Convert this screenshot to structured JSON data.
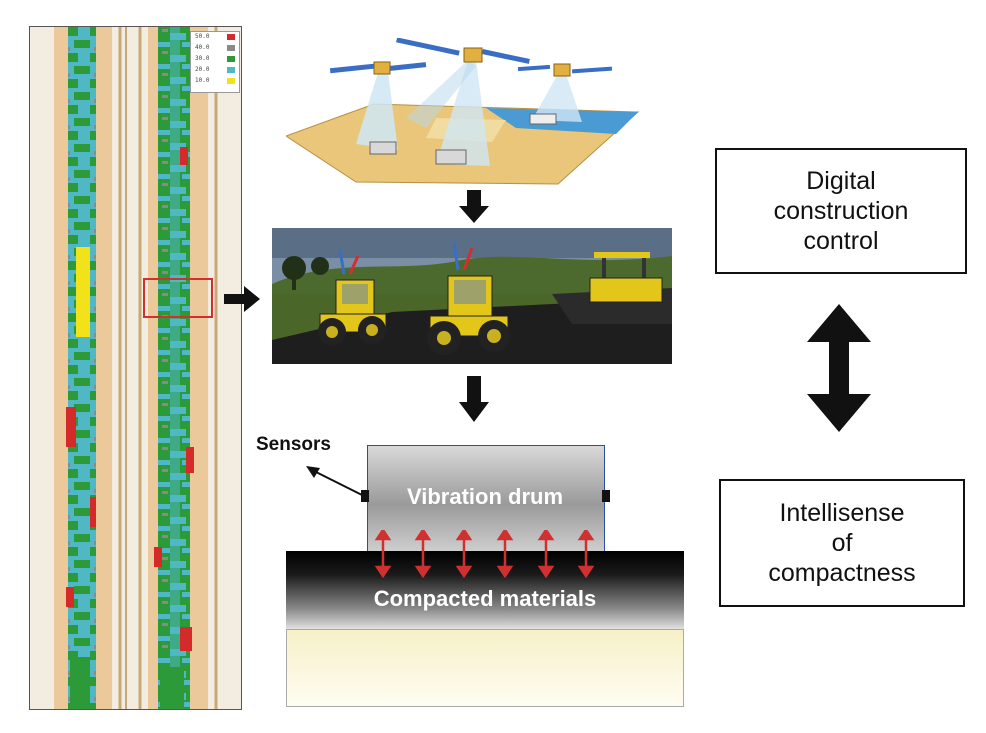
{
  "legend": {
    "items": [
      {
        "label": "50.0",
        "color": "#d42a2a"
      },
      {
        "label": "40.0",
        "color": "#8a8a8a"
      },
      {
        "label": "30.0",
        "color": "#2d9a3a"
      },
      {
        "label": "20.0",
        "color": "#4fb8c4"
      },
      {
        "label": "10.0",
        "color": "#f2e21a"
      }
    ]
  },
  "boxes": {
    "digital": [
      "Digital",
      "construction",
      "control"
    ],
    "intellisense": [
      "Intellisense",
      "of",
      "compactness"
    ]
  },
  "drum": {
    "sensors_label": "Sensors",
    "drum_label": "Vibration drum",
    "materials_label": "Compacted materials"
  },
  "icons": [
    "right-arrow-icon",
    "down-arrow-icon",
    "double-vertical-arrow-icon",
    "satellite-icon",
    "roller-icon"
  ],
  "colors": {
    "arrow": "#111111",
    "vibration_arrow": "#d03030",
    "drum_border": "#2a4fa0",
    "highlight_box": "#d03030"
  }
}
